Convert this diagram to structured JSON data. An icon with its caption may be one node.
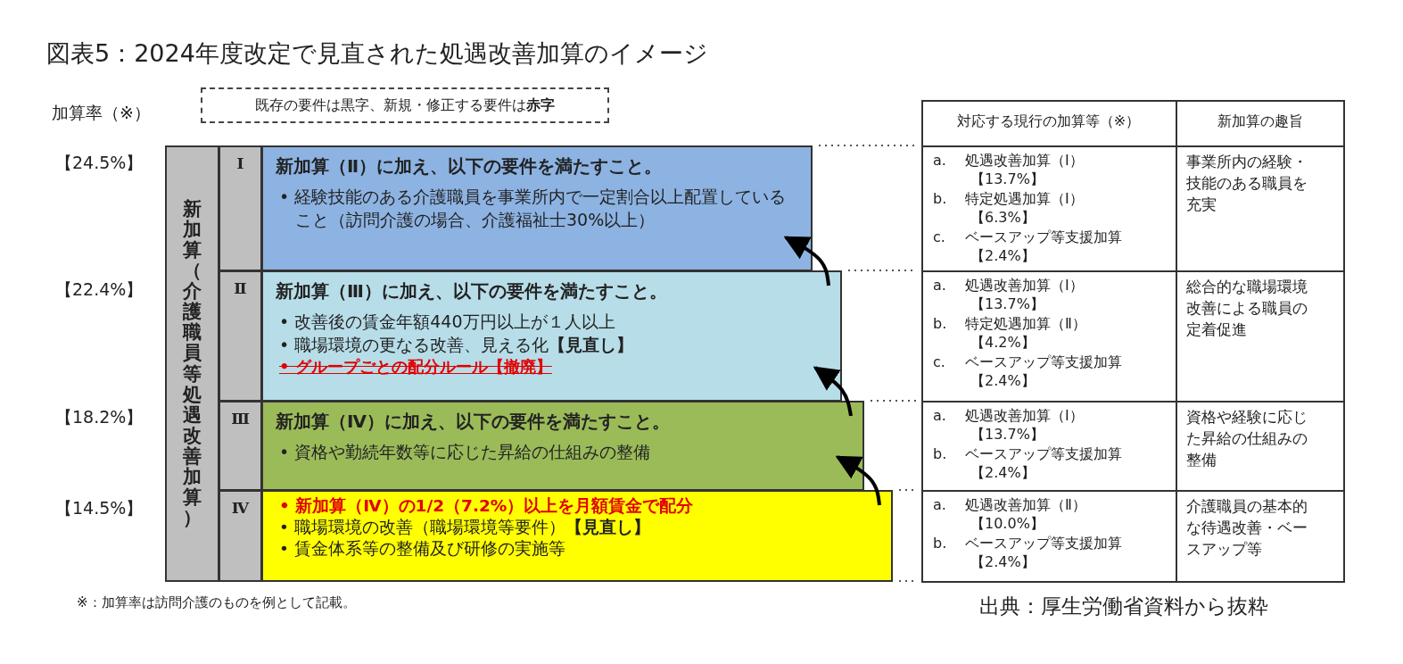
{
  "diagram": {
    "title": "図表5：2024年度改定で見直された処遇改善加算のイメージ",
    "nodes": [
      {
        "text": [
          "既存の要件は黒字、新規・修正する要件は**赤字**"
        ]
      },
      {
        "text": [
          "新加算（介護職員等処遇改善加算）"
        ]
      },
      {
        "text": [
          "Ⅰ"
        ]
      },
      {
        "text": [
          "新加算（Ⅱ）に加え、以下の要件を満たすこと。",
          "• 経験技能のある介護職員を事業所内で一定割合以上配置していること（訪問介護の場合、介護福祉士30%以上）"
        ]
      },
      {
        "text": [
          "Ⅱ"
        ]
      },
      {
        "text": [
          "新加算（Ⅲ）に加え、以下の要件を満たすこと。",
          "• 改善後の賃金年額440万円以上が１人以上",
          "• 職場環境の更なる改善、見える化**【見直し】**",
          "• グループごとの配分ルール【撤廃】"
        ]
      },
      {
        "text": [
          "Ⅲ"
        ]
      },
      {
        "text": [
          "新加算（Ⅳ）に加え、以下の要件を満たすこと。",
          "• 資格や勤続年数等に応じた昇給の仕組みの整備"
        ]
      },
      {
        "text": [
          "Ⅳ"
        ]
      },
      {
        "text": [
          "• 新加算（Ⅳ）の1/2（7.2%）以上を月額賃金で配分",
          "• 職場環境の改善（職場環境等要件）**【見直し】**",
          "• 賃金体系等の整備及び研修の実施等"
        ]
      }
    ],
    "edges": [
      {
        "from": 5,
        "to": 3,
        "arrow": "to"
      },
      {
        "from": 7,
        "to": 5,
        "arrow": "to"
      },
      {
        "from": 9,
        "to": 7,
        "arrow": "to"
      }
    ],
    "labels": [
      "加算率（※）",
      "【24.5%】",
      "【22.4%】",
      "【18.2%】",
      "【14.5%】",
      "対応する現行の加算等（※）",
      "新加算の趣旨",
      "a.",
      "処遇改善加算（Ⅰ）",
      "【13.7%】",
      "b.",
      "特定処遇加算（Ⅰ）",
      "【6.3%】",
      "c.",
      "ベースアップ等支援加算",
      "【2.4%】",
      "事業所内の経験・技能のある職員を充実",
      "a.",
      "処遇改善加算（Ⅰ）",
      "【13.7%】",
      "b.",
      "特定処遇加算（Ⅱ）",
      "【4.2%】",
      "c.",
      "ベースアップ等支援加算",
      "【2.4%】",
      "総合的な職場環境改善による職員の定着促進",
      "a.",
      "処遇改善加算（Ⅰ）",
      "【13.7%】",
      "b.",
      "ベースアップ等支援加算",
      "【2.4%】",
      "資格や経験に応じた昇給の仕組みの整備",
      "a.",
      "処遇改善加算（Ⅱ）",
      "【10.0%】",
      "b.",
      "ベースアップ等支援加算",
      "【2.4%】",
      "介護職員の基本的な待遇改善・ベースアップ等",
      "※：加算率は訪問介護のものを例として記載。",
      "出典：厚生労働省資料から抜粋"
    ]
  }
}
